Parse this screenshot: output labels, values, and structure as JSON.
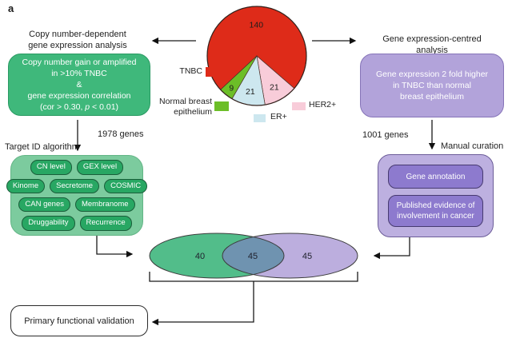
{
  "figure_label": "a",
  "left": {
    "title1": "Copy number-dependent",
    "title2": "gene expression analysis",
    "box_line1": "Copy number gain or amplified",
    "box_line2": "in >10% TNBC",
    "box_line3": "&",
    "box_line4": "gene expression correlation",
    "cor_pre": "(cor > 0.30, ",
    "cor_p": "p",
    "cor_post": " < 0.01)",
    "gene_count": "1978 genes",
    "algorithm_label": "Target ID algorithm",
    "pills": {
      "r1c1": "CN level",
      "r1c2": "GEX level",
      "r2c1": "Kinome",
      "r2c2": "Secretome",
      "r2c3": "COSMIC",
      "r3c1": "CAN genes",
      "r3c2": "Membranome",
      "r4c1": "Druggability",
      "r4c2": "Recurrence"
    }
  },
  "right": {
    "title1": "Gene expression-centred",
    "title2": "analysis",
    "box_line1": "Gene expression 2 fold higher",
    "box_line2": "in TNBC than normal",
    "box_line3": "breast epithelium",
    "gene_count": "1001 genes",
    "curation_label": "Manual curation",
    "annotation_box": "Gene annotation",
    "evidence_box_line1": "Published evidence of",
    "evidence_box_line2": "involvement in cancer"
  },
  "bottom": {
    "validation_label": "Primary functional validation"
  },
  "pie_legend": {
    "tnbc": {
      "label": "TNBC",
      "color": "#de2b19"
    },
    "normal": {
      "line1": "Normal breast",
      "line2": "epithelium",
      "color": "#6cbe28"
    },
    "er": {
      "label": "ER+",
      "color": "#cde7ef"
    },
    "her2": {
      "label": "HER2+",
      "color": "#f8ccd9"
    }
  },
  "chart_data": [
    {
      "type": "pie",
      "slices": [
        {
          "label": "TNBC",
          "value": 140,
          "color": "#de2b19"
        },
        {
          "label": "HER2+",
          "value": 21,
          "color": "#f8ccd9"
        },
        {
          "label": "ER+",
          "value": 21,
          "color": "#cde7ef"
        },
        {
          "label": "Normal breast epithelium",
          "value": 9,
          "color": "#6cbe28"
        }
      ],
      "start_angle_deg": 227,
      "legend_position": "around"
    },
    {
      "type": "venn",
      "left_only": {
        "value": 40,
        "color": "#52bd8a"
      },
      "overlap": {
        "value": 45,
        "color": "#6f93b0"
      },
      "right_only": {
        "value": 45,
        "color": "#bcaede"
      }
    }
  ]
}
